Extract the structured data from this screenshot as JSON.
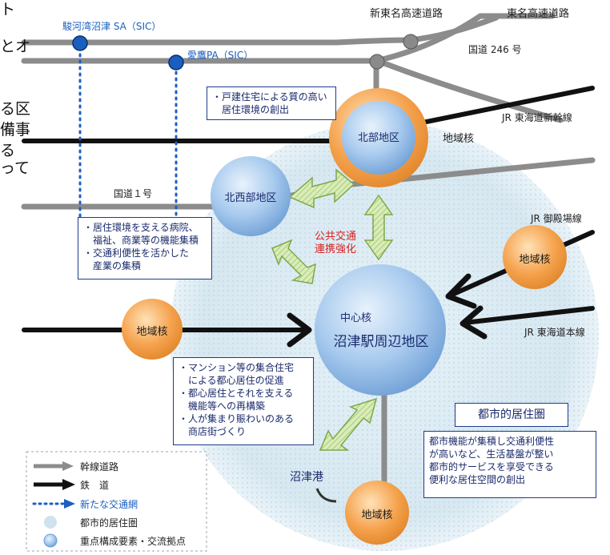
{
  "colors": {
    "road": "#8c8c8c",
    "rail": "#111111",
    "new_route": "#1a5fbf",
    "sphere_fill": "#dbeaf2",
    "core_blue": "#9ec4ec",
    "core_orange": "#f2a04a",
    "arrow_green": "#cfe6a8",
    "text_blue": "#1a2a6c",
    "label_red": "#d61f1f"
  },
  "roads": {
    "shin_tomei": "新東名高速道路",
    "tomei": "東名高速道路",
    "route246": "国道 246 号",
    "route1": "国道１号"
  },
  "rails": {
    "shinkansen": "JR 東海道新幹線",
    "gotemba": "JR 御殿場線",
    "tokaido": "JR 東海道本線"
  },
  "ics": {
    "surugawan": "駿河湾沼津 SA（SIC）",
    "ashitaka": "愛鷹PA（SIC）"
  },
  "hubs": {
    "north": "北部地区",
    "northwest": "北西部地区",
    "center_role": "中心核",
    "center_name": "沼津駅周辺地区",
    "regional": "地域核"
  },
  "labels": {
    "public_transport": "公共交通\n連携強化",
    "port": "沼津港",
    "sphere_title": "都市的居住圏"
  },
  "boxes": {
    "north": "・戸建住宅による質の高い\n　居住環境の創出",
    "northwest": "・居住環境を支える病院、\n　福祉、商業等の機能集積\n・交通利便性を活かした\n　産業の集積",
    "center": "・マンション等の集合住宅\n　による都心居住の促進\n・都心居住とそれを支える\n　機能等への再構築\n・人が集まり賑わいのある\n　商店街づくり",
    "sphere": "都市機能が集積し交通利便性\nが高いなど、生活基盤が整い\n都市的サービスを享受できる\n便利な居住空間の創出"
  },
  "legend": {
    "road": "幹線道路",
    "rail": "鉄　道",
    "new_route": "新たな交通網",
    "sphere": "都市的居住圏",
    "node": "重点構成要素・交流拠点"
  },
  "left_fragments": [
    "ト",
    "とオ",
    "る区",
    "備事",
    "る",
    "って"
  ]
}
